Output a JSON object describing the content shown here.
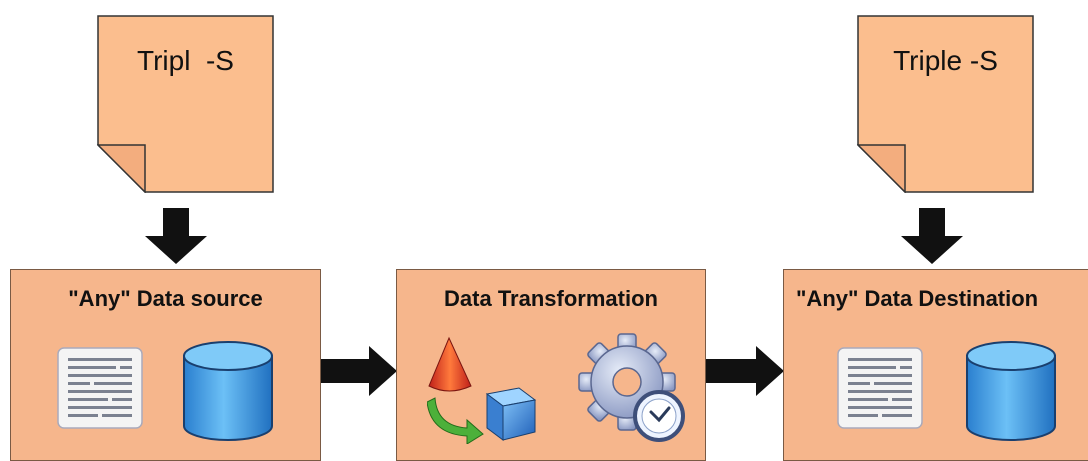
{
  "notes": [
    {
      "label": "Tripl  -S"
    },
    {
      "label": "Triple -S"
    }
  ],
  "boxes": [
    {
      "title": "\"Any\" Data source"
    },
    {
      "title": "Data Transformation"
    },
    {
      "title": "\"Any\" Data Destination"
    }
  ],
  "colors": {
    "note_fill": "#fbbe8e",
    "box_fill": "#f6b68c",
    "arrow": "#111111",
    "cylinder": "#3f98e0"
  },
  "icons": [
    "document-icon",
    "database-icon",
    "shapes-icon",
    "gear-clock-icon"
  ]
}
